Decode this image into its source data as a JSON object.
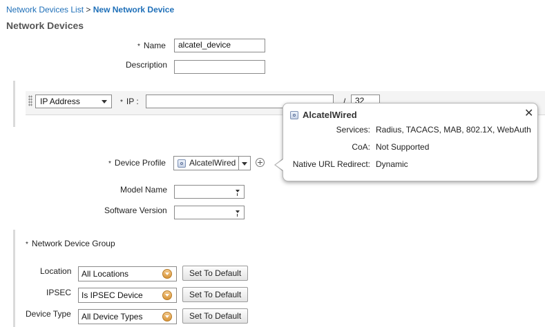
{
  "breadcrumb": {
    "parent": "Network Devices List",
    "separator": ">",
    "current": "New Network Device"
  },
  "page_title": "Network Devices",
  "form": {
    "required_marker": "*",
    "name": {
      "label": "Name",
      "value": "alcatel_device"
    },
    "description": {
      "label": "Description",
      "value": ""
    },
    "ip_type": {
      "selected": "IP Address"
    },
    "ip": {
      "label": "IP :",
      "value": "",
      "slash": "/",
      "mask": "32"
    },
    "device_profile": {
      "label": "Device Profile",
      "selected": "AlcatelWired",
      "icon": "device-profile-icon"
    },
    "model_name": {
      "label": "Model Name",
      "selected": ""
    },
    "software_version": {
      "label": "Software Version",
      "selected": ""
    }
  },
  "device_profile_popup": {
    "title": "AlcatelWired",
    "close_symbol": "✕",
    "rows": [
      {
        "key": "Services:",
        "value": "Radius, TACACS, MAB, 802.1X, WebAuth"
      },
      {
        "key": "CoA:",
        "value": "Not Supported"
      },
      {
        "key": "Native URL Redirect:",
        "value": "Dynamic"
      }
    ]
  },
  "ndg": {
    "title": "Network Device Group",
    "rows": [
      {
        "label": "Location",
        "selected": "All Locations",
        "button": "Set To Default"
      },
      {
        "label": "IPSEC",
        "selected": "Is IPSEC Device",
        "button": "Set To Default"
      },
      {
        "label": "Device Type",
        "selected": "All Device Types",
        "button": "Set To Default"
      }
    ]
  },
  "colors": {
    "link": "#1e6fb8",
    "accent_orange": "#d9963a"
  }
}
